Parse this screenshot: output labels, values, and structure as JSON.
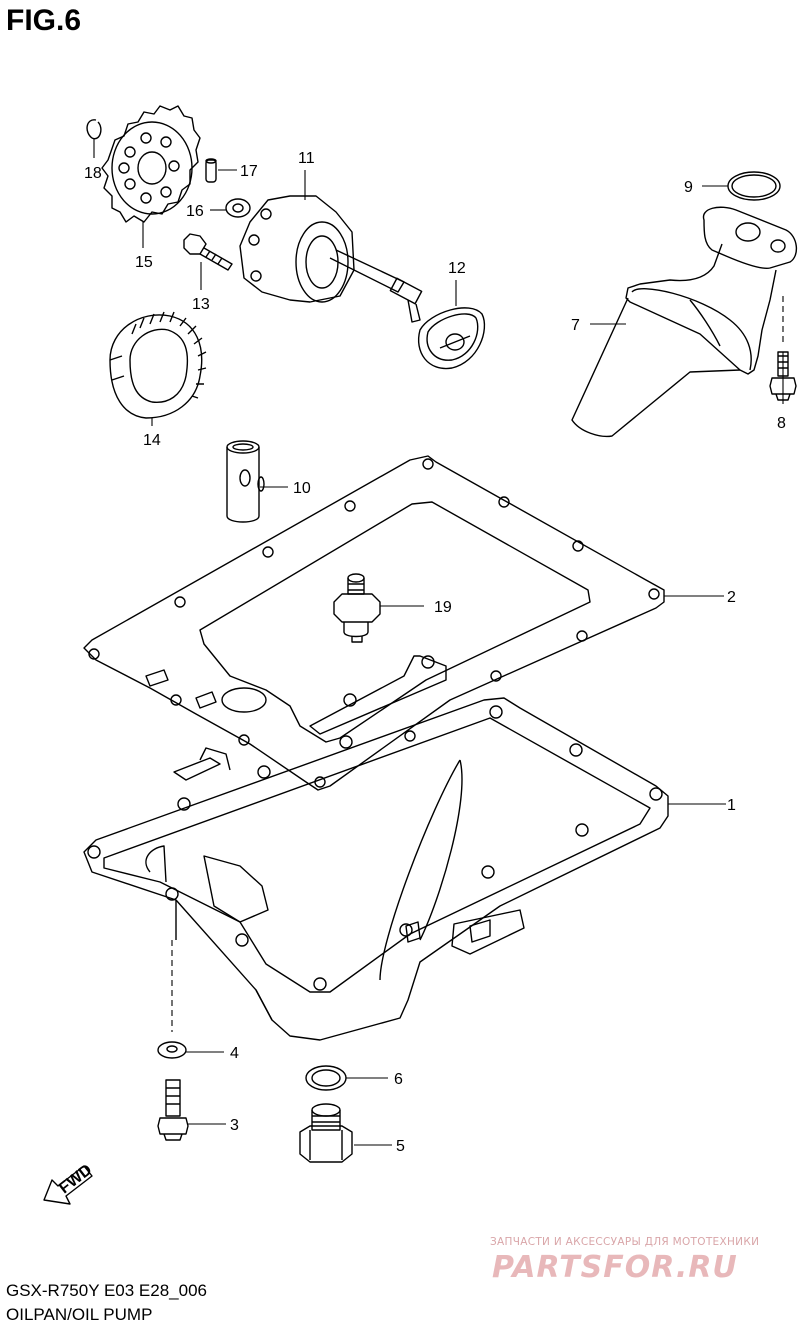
{
  "figure": {
    "title": "FIG.6",
    "code": "GSX-R750Y E03 E28_006",
    "name": "OILPAN/OIL PUMP"
  },
  "fwd_label": "FWD",
  "watermark": {
    "tagline": "ЗАПЧАСТИ И АКСЕССУАРЫ ДЛЯ МОТОТЕХНИКИ",
    "brand": "PARTSFOR.RU"
  },
  "callouts": [
    "1",
    "2",
    "3",
    "4",
    "5",
    "6",
    "7",
    "8",
    "9",
    "10",
    "11",
    "12",
    "13",
    "14",
    "15",
    "16",
    "17",
    "18",
    "19"
  ]
}
